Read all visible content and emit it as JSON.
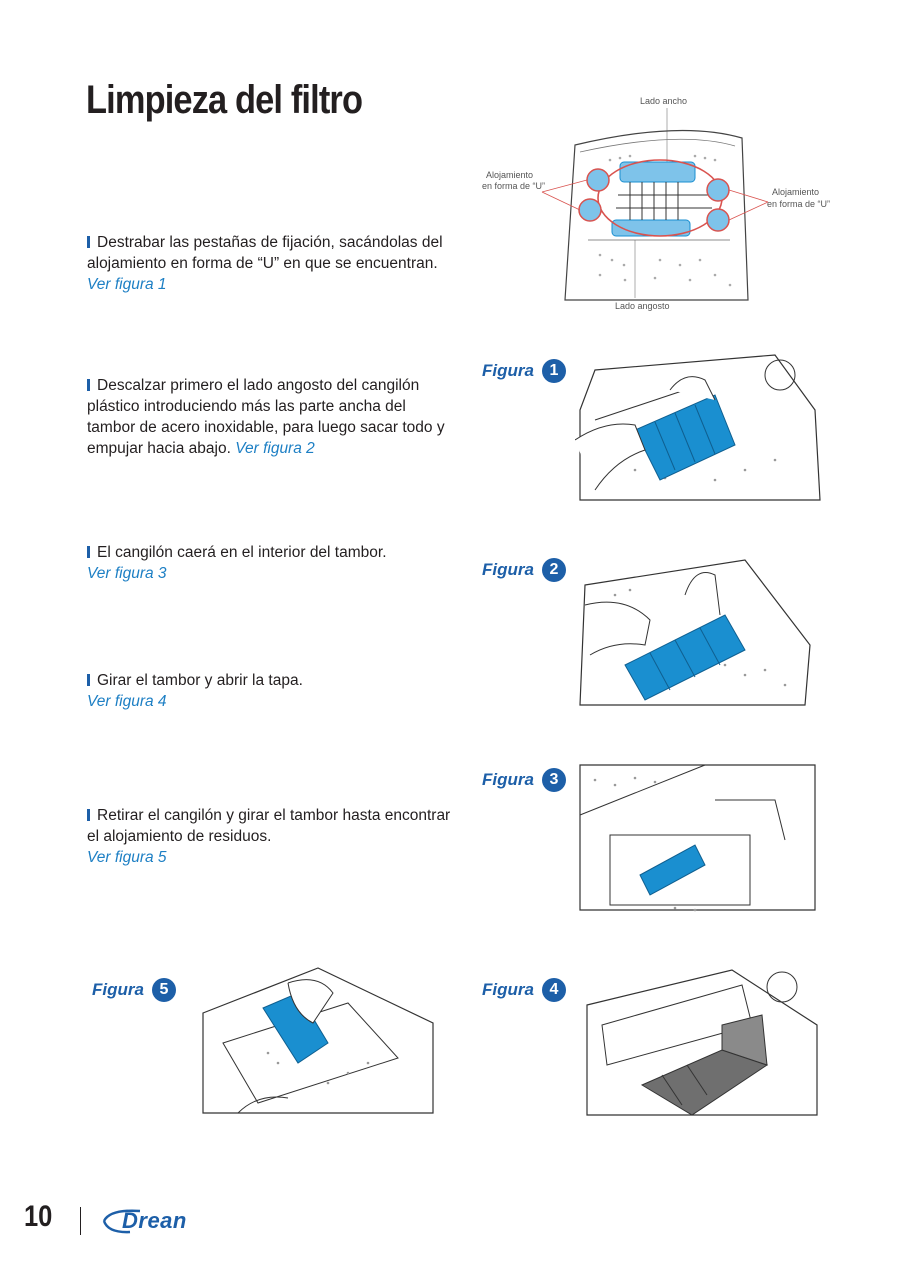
{
  "page": {
    "title": "Limpieza del filtro",
    "page_number": "10",
    "brand": "Drean"
  },
  "steps": [
    {
      "text": "Destrabar las pestañas de fijación, sacándolas del alojamiento en forma de “U” en que se encuentran.",
      "ref": "Ver figura 1"
    },
    {
      "text": "Descalzar primero el lado angosto del cangilón plástico introduciendo más las parte ancha del tambor de acero inoxidable, para luego sacar todo y empujar hacia abajo.",
      "ref": "Ver figura 2"
    },
    {
      "text": "El cangilón caerá en el interior del tambor.",
      "ref": "Ver figura 3"
    },
    {
      "text": "Girar el tambor y abrir la tapa.",
      "ref": "Ver figura 4"
    },
    {
      "text": "Retirar el cangilón y girar el tambor hasta encontrar el alojamiento de residuos.",
      "ref": "Ver figura 5"
    }
  ],
  "diagram": {
    "label_wide": "Lado ancho",
    "label_narrow": "Lado angosto",
    "label_u_left": [
      "Alojamiento",
      "en forma de “U”"
    ],
    "label_u_right": [
      "Alojamiento",
      "en forma de “U”"
    ]
  },
  "figures": [
    {
      "word": "Figura",
      "number": "1"
    },
    {
      "word": "Figura",
      "number": "2"
    },
    {
      "word": "Figura",
      "number": "3"
    },
    {
      "word": "Figura",
      "number": "4"
    },
    {
      "word": "Figura",
      "number": "5"
    }
  ],
  "colors": {
    "accent_blue": "#1d5fa8",
    "part_blue": "#1a8fd0",
    "link_blue": "#1d7fc4"
  }
}
